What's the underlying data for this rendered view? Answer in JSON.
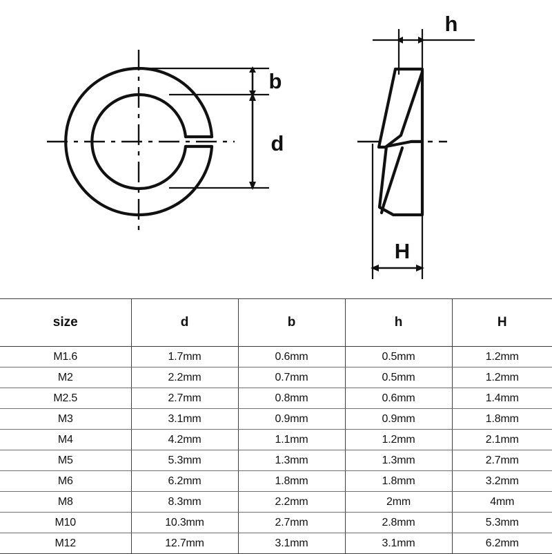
{
  "drawing": {
    "front_view": {
      "name": "split-lock-washer-front-view",
      "dimension_b_label": "b",
      "dimension_d_label": "d"
    },
    "side_view": {
      "name": "split-lock-washer-side-view",
      "dimension_h_label": "h",
      "dimension_H_label": "H"
    }
  },
  "table": {
    "headers": [
      "size",
      "d",
      "b",
      "h",
      "H"
    ],
    "rows": [
      [
        "M1.6",
        "1.7mm",
        "0.6mm",
        "0.5mm",
        "1.2mm"
      ],
      [
        "M2",
        "2.2mm",
        "0.7mm",
        "0.5mm",
        "1.2mm"
      ],
      [
        "M2.5",
        "2.7mm",
        "0.8mm",
        "0.6mm",
        "1.4mm"
      ],
      [
        "M3",
        "3.1mm",
        "0.9mm",
        "0.9mm",
        "1.8mm"
      ],
      [
        "M4",
        "4.2mm",
        "1.1mm",
        "1.2mm",
        "2.1mm"
      ],
      [
        "M5",
        "5.3mm",
        "1.3mm",
        "1.3mm",
        "2.7mm"
      ],
      [
        "M6",
        "6.2mm",
        "1.8mm",
        "1.8mm",
        "3.2mm"
      ],
      [
        "M8",
        "8.3mm",
        "2.2mm",
        "2mm",
        "4mm"
      ],
      [
        "M10",
        "10.3mm",
        "2.7mm",
        "2.8mm",
        "5.3mm"
      ],
      [
        "M12",
        "12.7mm",
        "3.1mm",
        "3.1mm",
        "6.2mm"
      ]
    ]
  },
  "colors": {
    "line": "#111111",
    "table_border": "#3d3d3d",
    "table_row_border": "#6e6e6e",
    "background": "#ffffff"
  }
}
